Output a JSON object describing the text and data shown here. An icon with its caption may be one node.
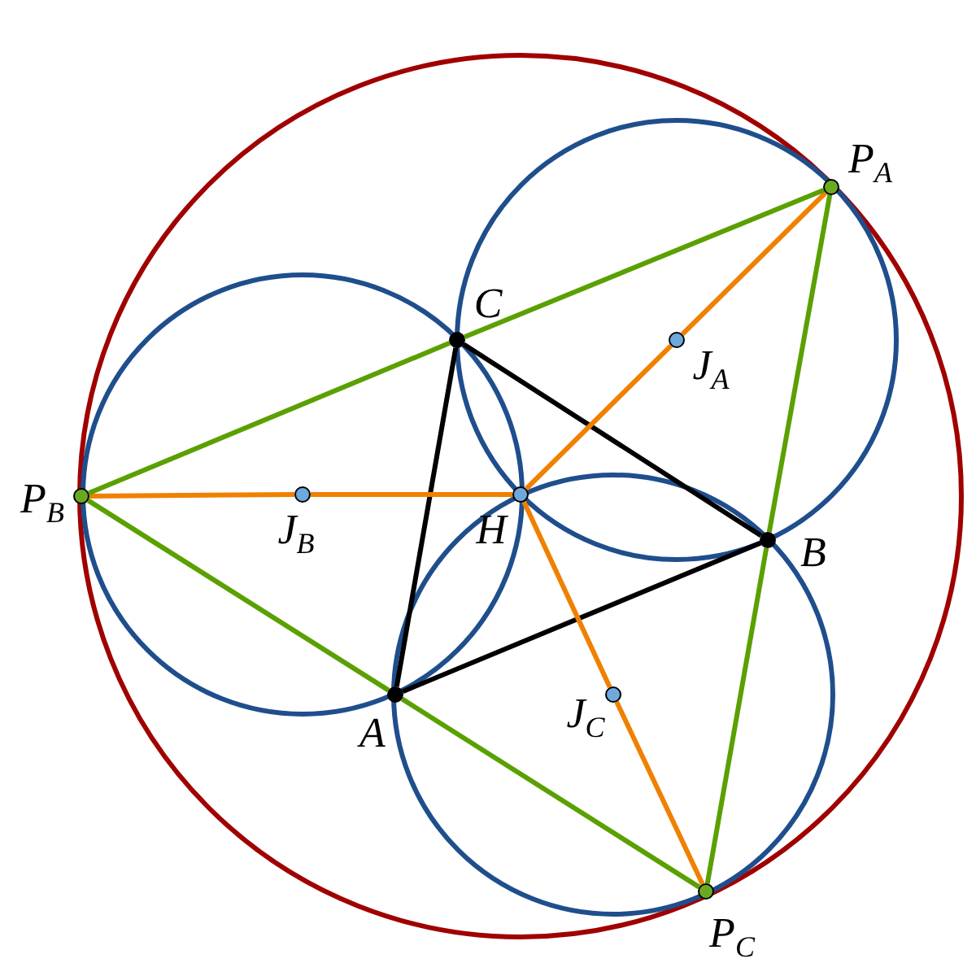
{
  "diagram": {
    "nodes": [
      {
        "text": [],
        "shape": "circle",
        "beside": [
          "A"
        ]
      },
      {
        "text": [],
        "shape": "circle",
        "beside": [
          "B"
        ]
      },
      {
        "text": [],
        "shape": "circle",
        "beside": [
          "C"
        ]
      },
      {
        "text": [],
        "shape": "circle",
        "beside": [
          "H"
        ]
      },
      {
        "text": [],
        "shape": "circle",
        "beside": [
          "P$_{A}$"
        ]
      },
      {
        "text": [],
        "shape": "circle",
        "beside": [
          "P$_{B}$"
        ]
      },
      {
        "text": [],
        "shape": "circle",
        "beside": [
          "P$_{C}$"
        ]
      },
      {
        "text": [],
        "shape": "circle",
        "beside": [
          "J$_{A}$"
        ]
      },
      {
        "text": [],
        "shape": "circle",
        "beside": [
          "J$_{B}$"
        ]
      },
      {
        "text": [],
        "shape": "circle",
        "beside": [
          "J$_{C}$"
        ]
      }
    ],
    "edges": [
      {
        "from": 0,
        "to": 1,
        "arrow": "none",
        "color": "#000000"
      },
      {
        "from": 1,
        "to": 2,
        "arrow": "none",
        "color": "#000000"
      },
      {
        "from": 2,
        "to": 0,
        "arrow": "none",
        "color": "#000000"
      },
      {
        "from": 5,
        "to": 8,
        "arrow": "none",
        "color": "#f08000"
      },
      {
        "from": 8,
        "to": 3,
        "arrow": "none",
        "color": "#f08000"
      },
      {
        "from": 3,
        "to": 7,
        "arrow": "none",
        "color": "#f08000"
      },
      {
        "from": 7,
        "to": 4,
        "arrow": "none",
        "color": "#f08000"
      },
      {
        "from": 3,
        "to": 9,
        "arrow": "none",
        "color": "#f08000"
      },
      {
        "from": 9,
        "to": 6,
        "arrow": "none",
        "color": "#f08000"
      },
      {
        "from": 5,
        "to": 2,
        "arrow": "none",
        "color": "#5aa000"
      },
      {
        "from": 2,
        "to": 4,
        "arrow": "none",
        "color": "#5aa000"
      },
      {
        "from": 4,
        "to": 1,
        "arrow": "none",
        "color": "#5aa000"
      },
      {
        "from": 1,
        "to": 6,
        "arrow": "none",
        "color": "#5aa000"
      },
      {
        "from": 6,
        "to": 0,
        "arrow": "none",
        "color": "#5aa000"
      },
      {
        "from": 0,
        "to": 5,
        "arrow": "none",
        "color": "#5aa000"
      }
    ]
  }
}
